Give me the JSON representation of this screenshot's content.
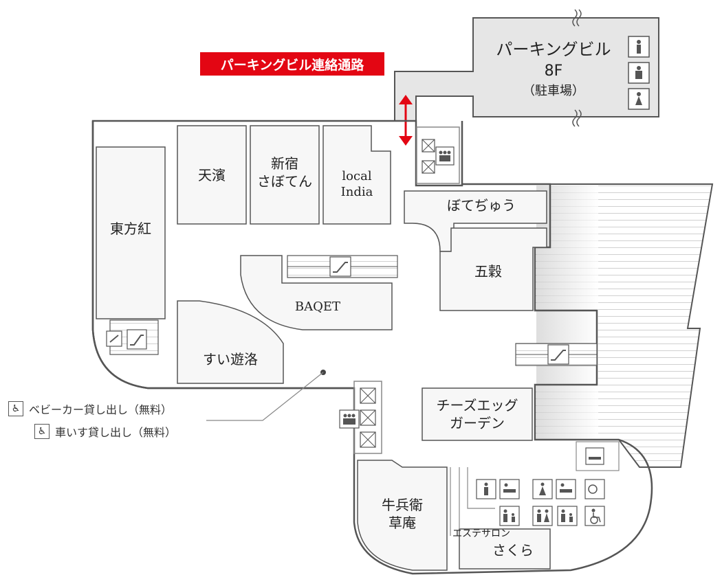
{
  "banner": {
    "label": "パーキングビル連絡通路",
    "color": "#e30613"
  },
  "parking": {
    "line1": "パーキングビル",
    "line2": "8F",
    "line3": "（駐車場）"
  },
  "shops": {
    "tohokou": "東方紅",
    "tenhin": "天濱",
    "saboten_1": "新宿",
    "saboten_2": "さぼてん",
    "local_1": "local",
    "local_2": "India",
    "botejyu": "ぼてぢゅう",
    "gokoku": "五穀",
    "baqet": "BAQET",
    "suiyuraku": "すい遊洛",
    "cheese_1": "チーズエッグ",
    "cheese_2": "ガーデン",
    "gyubee_1": "牛兵衛",
    "gyubee_2": "草庵",
    "sakura_1": "エステサロン",
    "sakura_2": "さくら"
  },
  "legend": {
    "stroller": {
      "label": "ベビーカー貸し出し（無料）",
      "icon": "stroller-icon"
    },
    "wheelchair": {
      "label": "車いす貸し出し（無料）",
      "icon": "wheelchair-icon"
    }
  },
  "colors": {
    "wall": "#555555",
    "shop_fill": "#f7f7f7",
    "parking_fill": "#e6e6e6",
    "arrow": "#e30613"
  }
}
